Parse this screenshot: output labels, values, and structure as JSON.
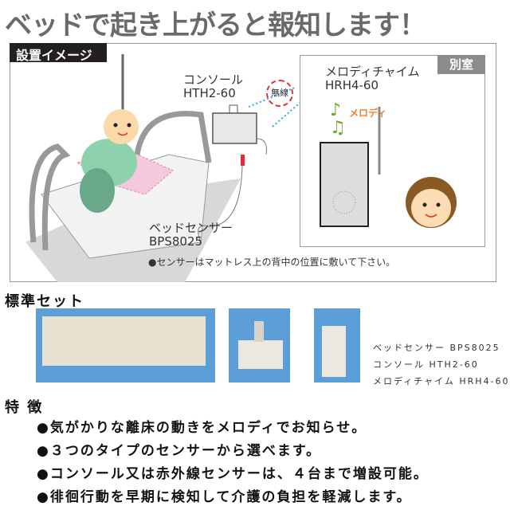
{
  "header": {
    "title": "ベッドで起き上がると報知します！"
  },
  "diagram": {
    "badge": "設置イメージ",
    "room_badge": "別室",
    "wireless_label": "無線",
    "melody_label": "メロディ",
    "console": {
      "name": "コンソール",
      "model": "HTH2-60"
    },
    "chime": {
      "name": "メロディチャイム",
      "model": "HRH4-60"
    },
    "sensor": {
      "name": "ベッドセンサー",
      "model": "BPS8025"
    },
    "note": "●センサーはマットレス上の背中の位置に敷いて下さい。",
    "colors": {
      "wireless_ring": "#e0303a",
      "signal": "#29abe2",
      "melody": "#f08030",
      "note_icon": "#6bab34"
    }
  },
  "standard_set": {
    "heading": "標準セット",
    "items": [
      "ベッドセンサー BPS8025",
      "コンソール HTH2-60",
      "メロディチャイム HRH4-60"
    ]
  },
  "features": {
    "heading": "特 徴",
    "items": [
      "●気がかりな離床の動きをメロディでお知らせ。",
      "●３つのタイプのセンサーから選べます。",
      "●コンソール又は赤外線センサーは、４台まで増設可能。",
      "●徘徊行動を早期に検知して介護の負担を軽減します。"
    ]
  }
}
